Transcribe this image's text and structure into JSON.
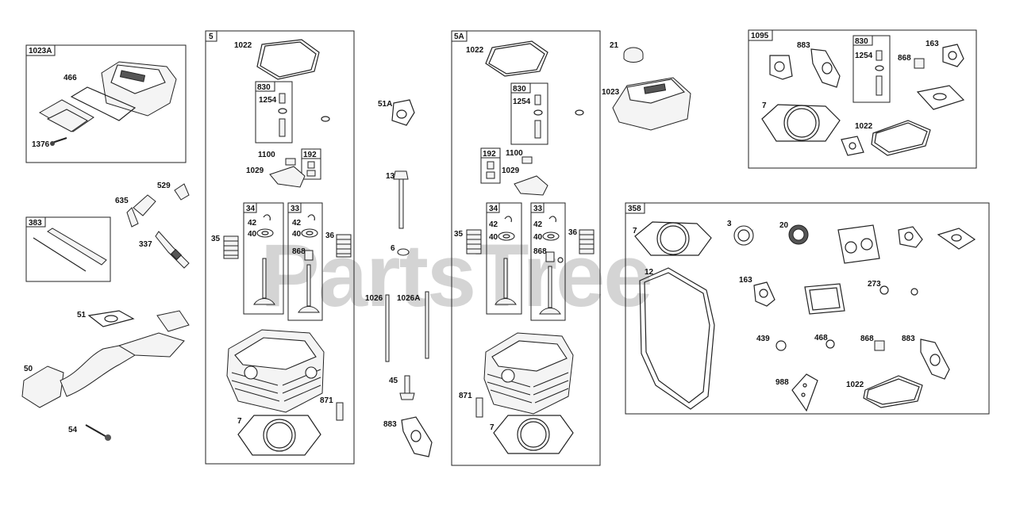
{
  "watermark": {
    "text": "PartsTree",
    "tm": "™"
  },
  "boxes": {
    "b1023A": "1023A",
    "b383": "383",
    "b5": "5",
    "b5A": "5A",
    "b1095": "1095",
    "b358": "358",
    "b830_left": "830",
    "b192_left": "192",
    "b34_left": "34",
    "b33_left": "33",
    "b830_right": "830",
    "b192_right": "192",
    "b34_right": "34",
    "b33_right": "33",
    "b830_kit": "830"
  },
  "labels": {
    "l466": "466",
    "l1376": "1376",
    "l635": "635",
    "l529": "529",
    "l337": "337",
    "l51": "51",
    "l50": "50",
    "l54": "54",
    "a1022": "1022",
    "a1254": "1254",
    "a1100": "1100",
    "a1029": "1029",
    "a42": "42",
    "a40": "40",
    "a35": "35",
    "a36": "36",
    "a868": "868",
    "a871": "871",
    "a7": "7",
    "m51A": "51A",
    "m13": "13",
    "m6": "6",
    "m1026": "1026",
    "m1026A": "1026A",
    "m45": "45",
    "m883": "883",
    "b1022": "1022",
    "b1254": "1254",
    "b1100": "1100",
    "b1029": "1029",
    "b42": "42",
    "b40": "40",
    "b35": "35",
    "b36": "36",
    "b868": "868",
    "b871": "871",
    "b7": "7",
    "c21": "21",
    "c1023": "1023",
    "k883": "883",
    "k1254": "1254",
    "k163": "163",
    "k868": "868",
    "k7": "7",
    "k1022": "1022",
    "g7": "7",
    "g3": "3",
    "g20": "20",
    "g12": "12",
    "g163": "163",
    "g273": "273",
    "g439": "439",
    "g468": "468",
    "g868": "868",
    "g883": "883",
    "g988": "988",
    "g1022": "1022"
  }
}
